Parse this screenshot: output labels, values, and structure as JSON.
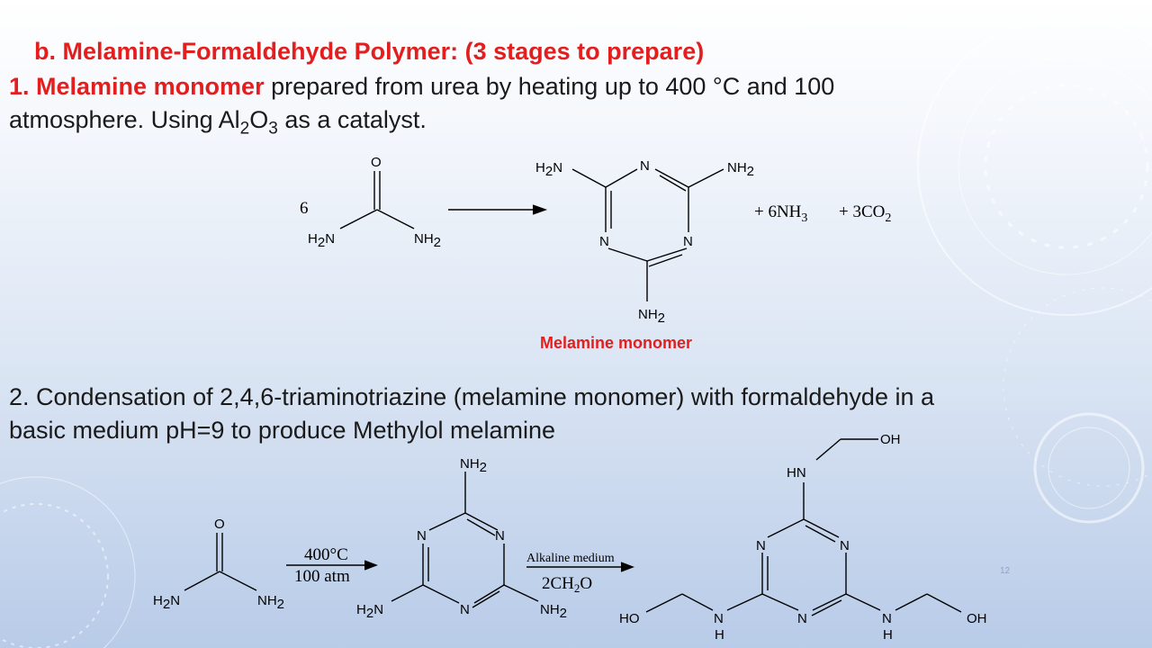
{
  "title": "b. Melamine-Formaldehyde Polymer: (3 stages to prepare)",
  "step1": {
    "lead": "1. Melamine monomer",
    "rest": " prepared from urea by heating up to 400 °C and 100",
    "line2_a": "atmosphere. Using Al",
    "sub_a": "2",
    "line2_b": "O",
    "sub_b": "3",
    "line2_c": " as a catalyst."
  },
  "reaction1": {
    "coefficient": "6",
    "urea": {
      "o": "O",
      "h2n": "H",
      "h2n_sub": "2",
      "h2n_n": "N",
      "nh": "NH",
      "nh_sub": "2"
    },
    "melamine": {
      "ring_n": "N",
      "nh": "NH",
      "nh_sub": "2",
      "h2n": "H",
      "h2n_sub": "2",
      "h2n_n": "N"
    },
    "product_nh3": "+ 6NH",
    "product_nh3_sub": "3",
    "product_co2": "+ 3CO",
    "product_co2_sub": "2",
    "product_label": "Melamine monomer"
  },
  "step2": {
    "line1": "2. Condensation of 2,4,6-triaminotriazine (melamine monomer) with formaldehyde in a",
    "line2": "basic medium pH=9 to produce Methylol melamine"
  },
  "reaction2": {
    "cond1_top": "400°C",
    "cond1_bottom": "100 atm",
    "cond2_top": "Alkaline medium",
    "cond2_bottom_a": "2CH",
    "cond2_bottom_sub": "2",
    "cond2_bottom_b": "O",
    "oh": "OH",
    "ho": "HO",
    "hn": "HN",
    "n": "N",
    "h": "H"
  },
  "page_number": "12"
}
